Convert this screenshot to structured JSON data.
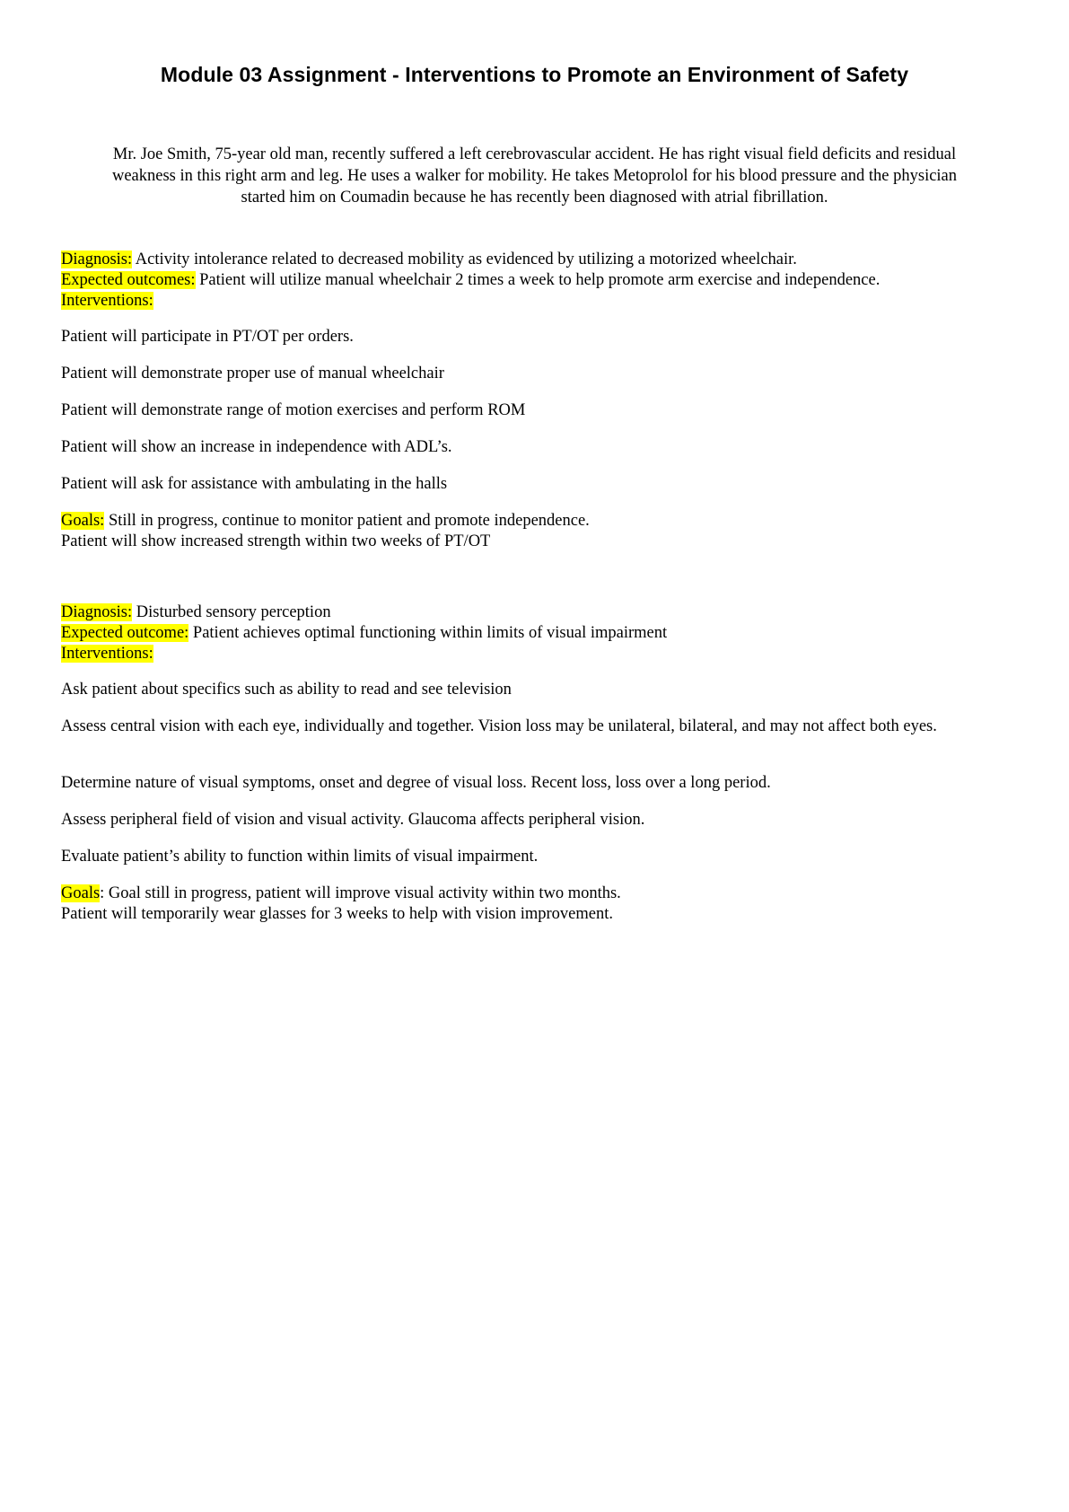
{
  "document": {
    "title": "Module 03 Assignment - Interventions to Promote an Environment of Safety",
    "intro_lines": [
      "Mr. Joe Smith, 75-year old man, recently suffered a left cerebrovascular accident. He has right visual field deficits and residual",
      "weakness in this right arm and leg. He uses a walker for mobility. He takes Metoprolol for his blood pressure and the physician",
      "started him on Coumadin because he has recently been diagnosed with atrial fibrillation."
    ]
  },
  "section1": {
    "diagnosis_label": "Diagnosis:",
    "diagnosis_text": " Activity intolerance related to decreased mobility as evidenced by utilizing a motorized wheelchair.",
    "outcome_label": "Expected outcomes:",
    "outcome_text": " Patient will utilize manual wheelchair 2 times a week to help promote arm exercise and independence.",
    "interventions_label": "Interventions:",
    "interventions": [
      "Patient will participate in PT/OT per orders.",
      "Patient will demonstrate proper use of manual wheelchair",
      "Patient will demonstrate range of motion exercises and perform ROM",
      "Patient will show an increase in independence with ADL’s.",
      "Patient will ask for assistance with ambulating in the halls"
    ],
    "goals_label": "Goals:",
    "goals_text": " Still in progress, continue to monitor patient and promote independence.",
    "goals_line2": "Patient will show increased strength within two weeks of PT/OT"
  },
  "section2": {
    "diagnosis_label": "Diagnosis:",
    "diagnosis_text": " Disturbed sensory perception",
    "outcome_label": "Expected outcome:",
    "outcome_text": " Patient achieves optimal functioning within limits of visual impairment",
    "interventions_label": "Interventions:",
    "interventions": [
      "Ask patient about specifics such as ability to read and see television",
      "Assess central vision with each eye, individually and together. Vision loss may be unilateral, bilateral, and may not affect both eyes.",
      "Determine nature of visual symptoms, onset and degree of visual loss. Recent loss, loss over a long period.",
      "Assess peripheral field of vision and visual activity. Glaucoma affects peripheral vision.",
      "Evaluate patient’s ability to function within limits of visual impairment."
    ],
    "goals_label": "Goals",
    "goals_text": ": Goal still in progress, patient will improve visual activity within two months.",
    "goals_line2": "Patient will temporarily wear glasses for 3 weeks to help with vision improvement."
  },
  "colors": {
    "highlight": "#ffff00",
    "text": "#000000",
    "background": "#ffffff"
  }
}
